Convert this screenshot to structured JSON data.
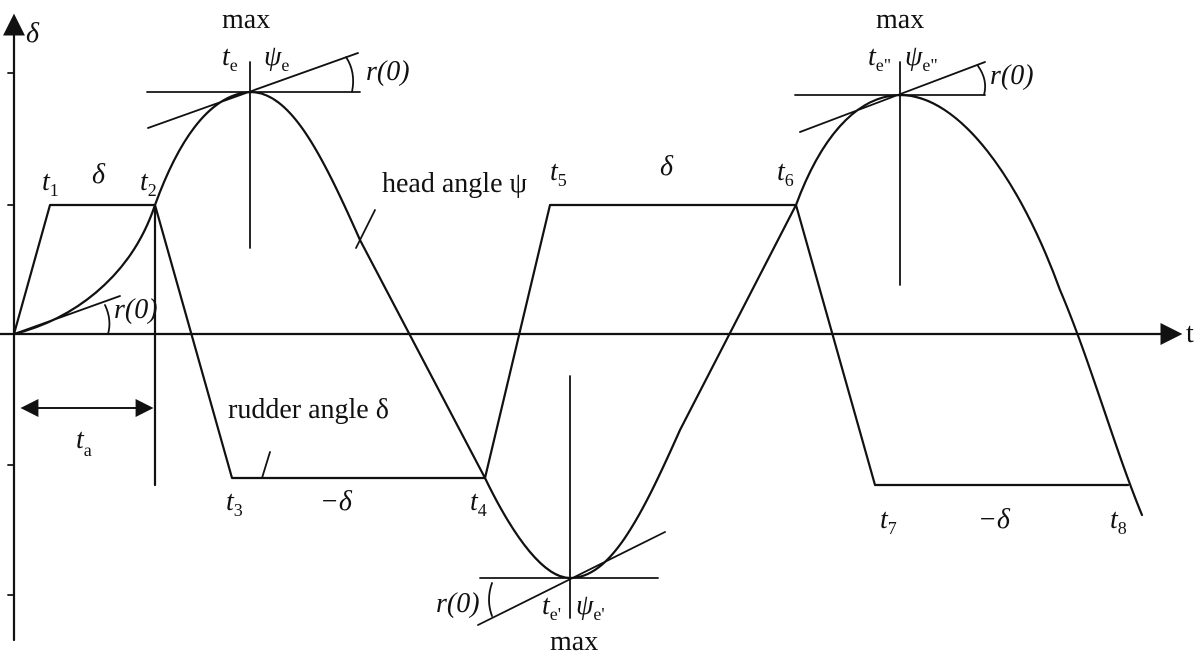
{
  "axes": {
    "y_label": "δ",
    "x_label": "t"
  },
  "times": {
    "t1": {
      "base": "t",
      "sub": "1"
    },
    "t2": {
      "base": "t",
      "sub": "2"
    },
    "t3": {
      "base": "t",
      "sub": "3"
    },
    "t4": {
      "base": "t",
      "sub": "4"
    },
    "t5": {
      "base": "t",
      "sub": "5"
    },
    "t6": {
      "base": "t",
      "sub": "6"
    },
    "t7": {
      "base": "t",
      "sub": "7"
    },
    "t8": {
      "base": "t",
      "sub": "8"
    },
    "ta": {
      "base": "t",
      "sub": "a"
    }
  },
  "rudder": {
    "label": "rudder angle δ",
    "pos_value": "δ",
    "neg_value": "−δ"
  },
  "heading": {
    "label": "head angle ψ"
  },
  "extrema": {
    "first": {
      "tag": "max",
      "t_base": "t",
      "t_sub": "e",
      "psi_base": "ψ",
      "psi_sub": "e",
      "rate": "r(0)"
    },
    "second": {
      "tag": "max",
      "t_base": "t",
      "t_sub": "e'",
      "psi_base": "ψ",
      "psi_sub": "e'",
      "rate": "r(0)"
    },
    "third": {
      "tag": "max",
      "t_base": "t",
      "t_sub": "e\"",
      "psi_base": "ψ",
      "psi_sub": "e\"",
      "rate": "r(0)"
    }
  },
  "origin_rate": "r(0)",
  "colors": {
    "ink": "#111111",
    "background": "#ffffff"
  }
}
